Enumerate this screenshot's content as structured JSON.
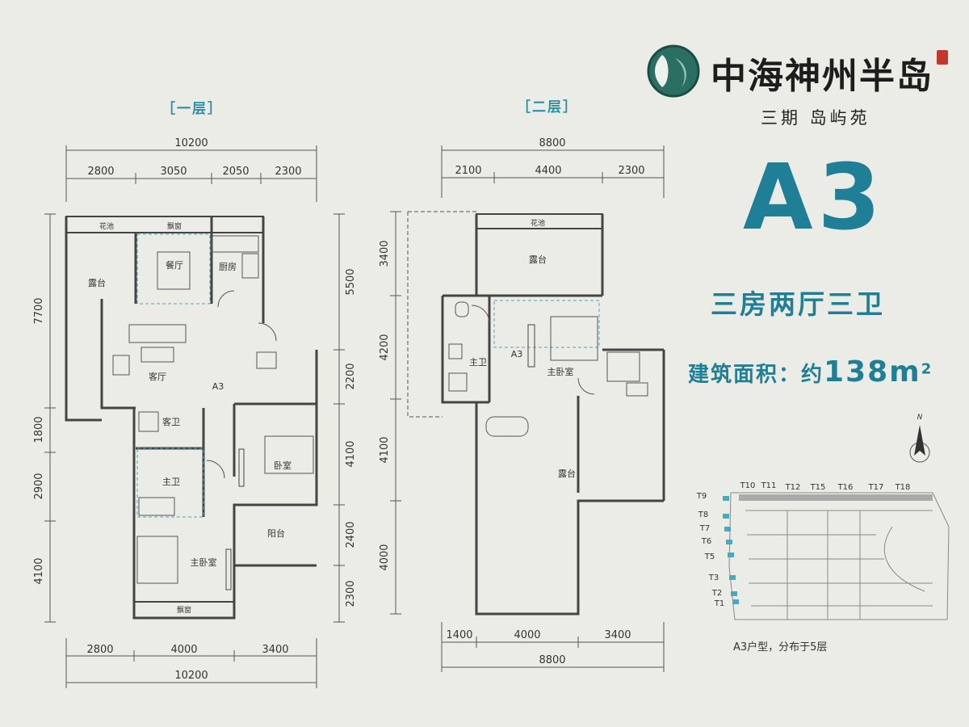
{
  "brand": {
    "name": "中海神州半岛",
    "phase": "三期  岛屿苑"
  },
  "unit": {
    "code": "A3",
    "layout": "三房两厅三卫",
    "area_label": "建筑面积：约",
    "area_value": "138",
    "area_unit": "m",
    "area_sup": "2"
  },
  "floor1": {
    "title": "［一层］",
    "top_total": "10200",
    "top_segments": [
      "2800",
      "3050",
      "2050",
      "2300"
    ],
    "bottom_segments": [
      "2800",
      "4000",
      "3400"
    ],
    "bottom_total": "10200",
    "left_dims": [
      "7700",
      "1800",
      "2900",
      "4100"
    ],
    "right_dims": [
      "5500",
      "2200",
      "4100",
      "2400",
      "2300"
    ],
    "rooms": {
      "huachi": "花池",
      "piaochuang_top": "飘窗",
      "dining": "餐厅",
      "kitchen": "厨房",
      "terrace": "露台",
      "living": "客厅",
      "unit_mark": "A3",
      "guest_bath": "客卫",
      "bedroom": "卧室",
      "master_bath": "主卫",
      "balcony": "阳台",
      "master_bed": "主卧室",
      "piaochuang_bottom": "飘窗"
    }
  },
  "floor2": {
    "title": "［二层］",
    "top_total": "8800",
    "top_segments": [
      "2100",
      "4400",
      "2300"
    ],
    "bottom_segments": [
      "1400",
      "4000",
      "3400"
    ],
    "bottom_total": "8800",
    "left_dims": [
      "3400",
      "4200",
      "4100",
      "4000"
    ],
    "rooms": {
      "huachi": "花池",
      "terrace_top": "露台",
      "master_bath": "主卫",
      "unit_mark": "A3",
      "master_bed": "主卧室",
      "terrace_bottom": "露台"
    }
  },
  "site": {
    "north": "N",
    "buildings_top": [
      "T10",
      "T11",
      "T12",
      "T15",
      "T16",
      "T17",
      "T18"
    ],
    "buildings_left": [
      "T9",
      "T8",
      "T7",
      "T6",
      "T5",
      "T3",
      "T2",
      "T1"
    ],
    "distribution": "A3户型，分布于5层"
  },
  "colors": {
    "accent": "#1f7f96",
    "wall": "#4a4a4a",
    "dashed": "#4aa8c0"
  }
}
